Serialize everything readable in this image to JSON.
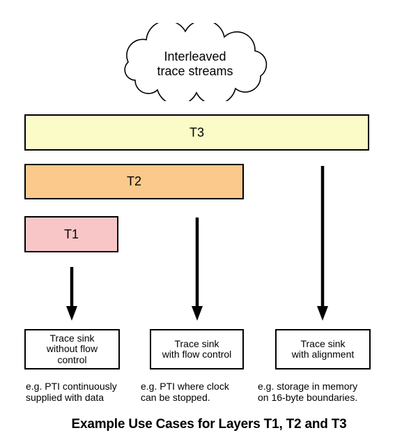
{
  "cloud": {
    "label_line1": "Interleaved",
    "label_line2": "trace streams"
  },
  "layers": [
    {
      "label": "T3",
      "color": "#fbfbc8"
    },
    {
      "label": "T2",
      "color": "#fbc98b"
    },
    {
      "label": "T1",
      "color": "#f9c6c7"
    }
  ],
  "sinks": [
    {
      "title_lines": [
        "Trace sink",
        "without flow",
        "control"
      ],
      "note_lines": [
        "e.g. PTI continuously",
        "supplied with data"
      ]
    },
    {
      "title_lines": [
        "Trace sink",
        "with flow control"
      ],
      "note_lines": [
        "e.g. PTI where clock",
        "can be stopped."
      ]
    },
    {
      "title_lines": [
        "Trace sink",
        "with alignment"
      ],
      "note_lines": [
        "e.g. storage in memory",
        "on 16-byte boundaries."
      ]
    }
  ],
  "caption": "Example Use Cases for Layers T1, T2 and T3",
  "colors": {
    "stroke": "#000000",
    "background": "#ffffff"
  }
}
